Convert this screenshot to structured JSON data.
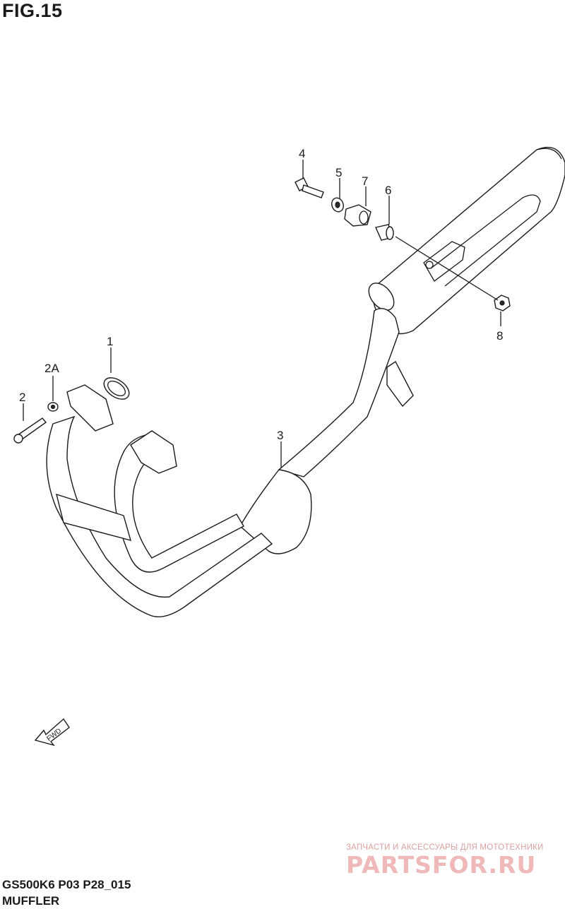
{
  "figure": {
    "title": "FIG.15"
  },
  "footer": {
    "model_code": "GS500K6 P03 P28_015",
    "section_name": "MUFFLER"
  },
  "watermark": {
    "tagline": "ЗАПЧАСТИ И АКСЕССУАРЫ ДЛЯ МОТОТЕХНИКИ",
    "logo": "PARTSFOR.RU"
  },
  "direction_arrow": {
    "label": "FWD"
  },
  "callouts": {
    "c1": "1",
    "c2a": "2A",
    "c2": "2",
    "c3": "3",
    "c4": "4",
    "c5": "5",
    "c6": "6",
    "c7": "7",
    "c8": "8"
  }
}
